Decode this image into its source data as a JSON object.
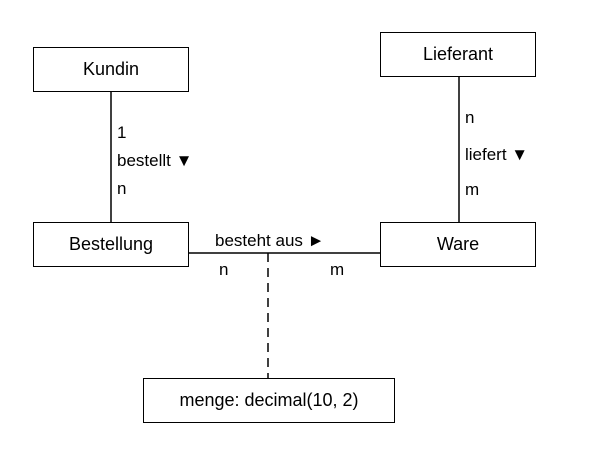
{
  "entities": {
    "kundin": "Kundin",
    "lieferant": "Lieferant",
    "bestellung": "Bestellung",
    "ware": "Ware",
    "attribute": "menge: decimal(10, 2)"
  },
  "relations": {
    "bestellt": {
      "top_cardinality": "1",
      "name": "bestellt ▼",
      "bottom_cardinality": "n"
    },
    "liefert": {
      "top_cardinality": "n",
      "name": "liefert ▼",
      "bottom_cardinality": "m"
    },
    "besteht_aus": {
      "name": "besteht aus ►",
      "left_cardinality": "n",
      "right_cardinality": "m"
    }
  }
}
